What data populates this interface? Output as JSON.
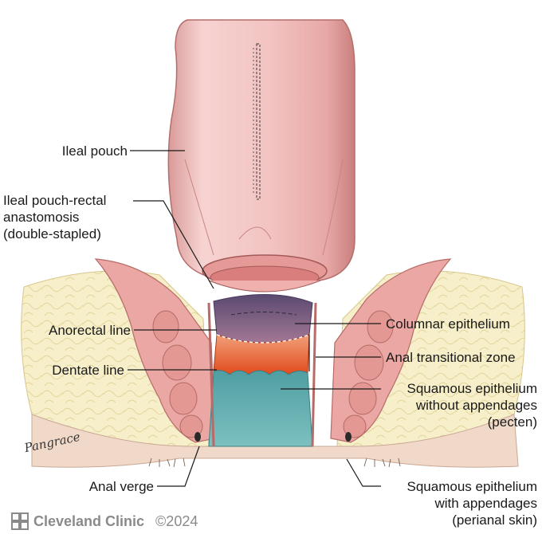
{
  "labels": {
    "ileal_pouch": "Ileal pouch",
    "anastomosis": [
      "Ileal pouch-rectal",
      "anastomosis",
      "(double-stapled)"
    ],
    "anorectal_line": "Anorectal line",
    "dentate_line": "Dentate line",
    "anal_verge": "Anal verge",
    "columnar_epithelium": "Columnar epithelium",
    "anal_transitional_zone": "Anal transitional zone",
    "squamous_without": [
      "Squamous epithelium",
      "without appendages",
      "(pecten)"
    ],
    "squamous_with": [
      "Squamous epithelium",
      "with appendages",
      "(perianal skin)"
    ]
  },
  "signature": "Pangrace",
  "footer": {
    "brand": "Cleveland Clinic",
    "year": "©2024"
  },
  "colors": {
    "pouch": "#f3c9c8",
    "pouch_shade": "#d9908e",
    "muscle": "#e9a5a2",
    "fat": "#f4edc6",
    "columnar": "#8e6c8c",
    "transitional": "#e85a2e",
    "squamous": "#5fa8aa",
    "brand_gray": "#8a8a8a"
  }
}
